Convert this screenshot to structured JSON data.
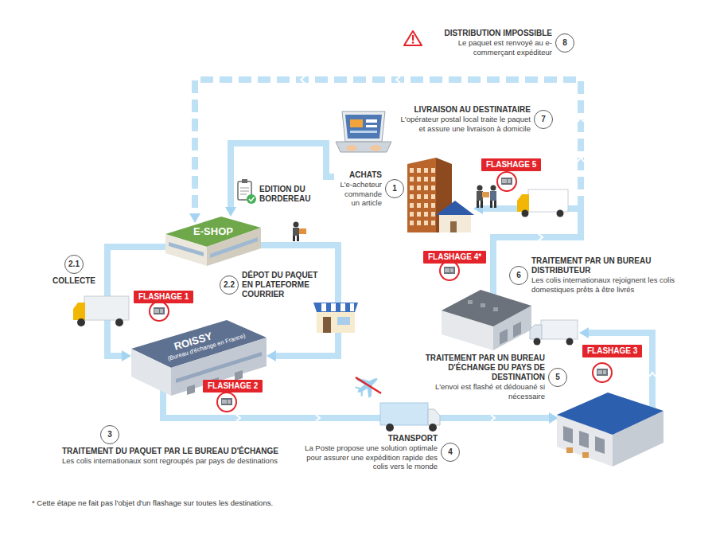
{
  "diagram": {
    "nodes": [
      {
        "text": [
          "8",
          "DISTRIBUTION IMPOSSIBLE",
          "Le paquet est renvoyé au e-commerçant expéditeur"
        ]
      },
      {
        "text": [
          "7",
          "LIVRAISON AU DESTINATAIRE",
          "L'opérateur postal local traite le paquet et assure une livraison à domicile"
        ]
      },
      {
        "text": [
          "FLASHAGE 5"
        ]
      },
      {
        "text": [
          "1",
          "ACHATS",
          "L'e-acheteur commande un article"
        ]
      },
      {
        "text": [
          "E-SHOP"
        ]
      },
      {
        "text": [
          "2.1",
          "COLLECTE"
        ]
      },
      {
        "text": [
          "2.2",
          "DÉPOT DU PAQUET EN PLATEFORME COURRIER"
        ]
      },
      {
        "text": [
          "FLASHAGE 4*"
        ]
      },
      {
        "text": [
          "6",
          "TRAITEMENT PAR UN BUREAU DISTRIBUTEUR",
          "Les colis internationaux rejoignent les colis domestiques prêts à être livrés"
        ]
      },
      {
        "text": [
          "FLASHAGE 1"
        ]
      },
      {
        "text": [
          "ROISSY",
          "(Bureau d'échange en France)"
        ]
      },
      {
        "text": [
          "FLASHAGE 3"
        ]
      },
      {
        "text": [
          "5",
          "TRAITEMENT PAR UN BUREAU D'ÉCHANGE DU PAYS DE DESTINATION",
          "L'envoi est flashé et dédouané si nécessaire"
        ]
      },
      {
        "text": [
          "FLASHAGE 2"
        ]
      },
      {
        "text": [
          "3",
          "TRAITEMENT DU PAQUET PAR LE BUREAU D'ÉCHANGE",
          "Les colis internationaux sont regroupés par pays de destinations"
        ]
      },
      {
        "text": [
          "4",
          "TRANSPORT",
          "La Poste propose une solution optimale pour assurer une expédition rapide des colis vers le monde"
        ]
      }
    ],
    "edges": [
      {
        "from": 3,
        "to": 4,
        "arrow": "to"
      },
      {
        "from": 4,
        "to": 10,
        "arrow": "to"
      },
      {
        "from": 4,
        "to": 10,
        "arrow": "to"
      }
    ],
    "labels": [
      "EDITION DU BORDEREAU",
      "* Cette étape ne fait pas l'objet d'un flashage sur toutes les destinations."
    ]
  }
}
